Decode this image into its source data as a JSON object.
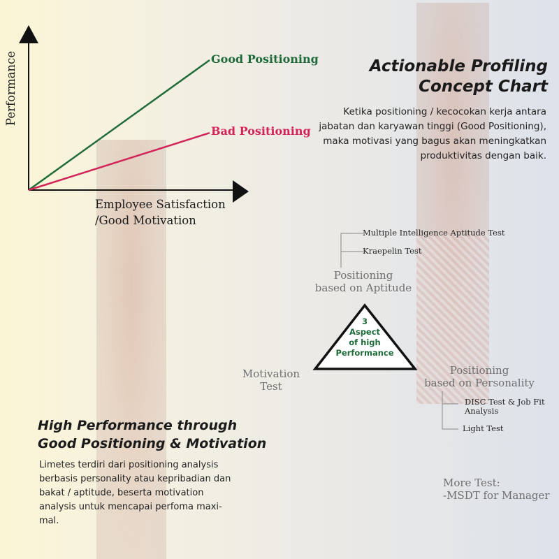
{
  "chart_data": {
    "type": "line",
    "xlabel": "Employee Satisfaction\n/Good Motivation",
    "ylabel": "Performance",
    "series": [
      {
        "name": "Good Positioning",
        "color": "#1f6b3a",
        "x": [
          0,
          1
        ],
        "values": [
          0,
          1
        ]
      },
      {
        "name": "Bad Positioning",
        "color": "#d3245a",
        "x": [
          0,
          1
        ],
        "values": [
          0,
          0.44
        ]
      }
    ]
  },
  "header": {
    "title_line1": "Actionable Profiling",
    "title_line2": "Concept Chart",
    "description_lines": [
      "Ketika positioning / kecocokan kerja antara",
      "jabatan dan karyawan tinggi (Good Positioning),",
      "maka motivasi yang bagus akan meningkatkan",
      "produktivitas dengan baik."
    ]
  },
  "aptitude": {
    "tests": [
      "Multiple Intelligence Aptitude Test",
      "Kraepelin Test"
    ],
    "label_line1": "Positioning",
    "label_line2": "based on Aptitude"
  },
  "triangle": {
    "line1": "3",
    "line2": "Aspect",
    "line3": "of high",
    "line4": "Performance"
  },
  "motivation": {
    "line1": "Motivation",
    "line2": "Test"
  },
  "personality": {
    "label_line1": "Positioning",
    "label_line2": "based on Personality",
    "tests": [
      "DISC Test & Job Fit\nAnalysis",
      "Light Test"
    ]
  },
  "footer": {
    "heading_line1": "High Performance through",
    "heading_line2": "Good Positioning & Motivation",
    "body_lines": [
      "Limetes terdiri dari positioning analysis",
      "berbasis personality atau kepribadian dan",
      "bakat / aptitude, beserta motivation",
      "analysis untuk mencapai perfoma maxi-",
      "mal."
    ],
    "more_line1": "More Test:",
    "more_line2": "-MSDT for Manager"
  },
  "colors": {
    "good": "#1f6b3a",
    "bad": "#d3245a",
    "accent_text": "#1a1a1a"
  }
}
